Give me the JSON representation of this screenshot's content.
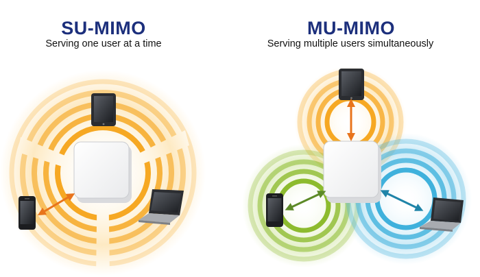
{
  "su": {
    "title": "SU-MIMO",
    "subtitle": "Serving one user at a time"
  },
  "mu": {
    "title": "MU-MIMO",
    "subtitle": "Serving multiple users simultaneously"
  },
  "colors": {
    "title_blue": "#1c2f7c",
    "signal_orange": "#f6a823",
    "signal_green": "#8dbb2e",
    "signal_blue": "#3fb1dc",
    "arrow_orange": "#e8741c",
    "arrow_green": "#5d8a28",
    "arrow_blue": "#1f84a8"
  },
  "icons": {
    "access_point": "access-point-icon",
    "tablet": "tablet-icon",
    "phone": "smartphone-icon",
    "laptop": "laptop-icon"
  }
}
